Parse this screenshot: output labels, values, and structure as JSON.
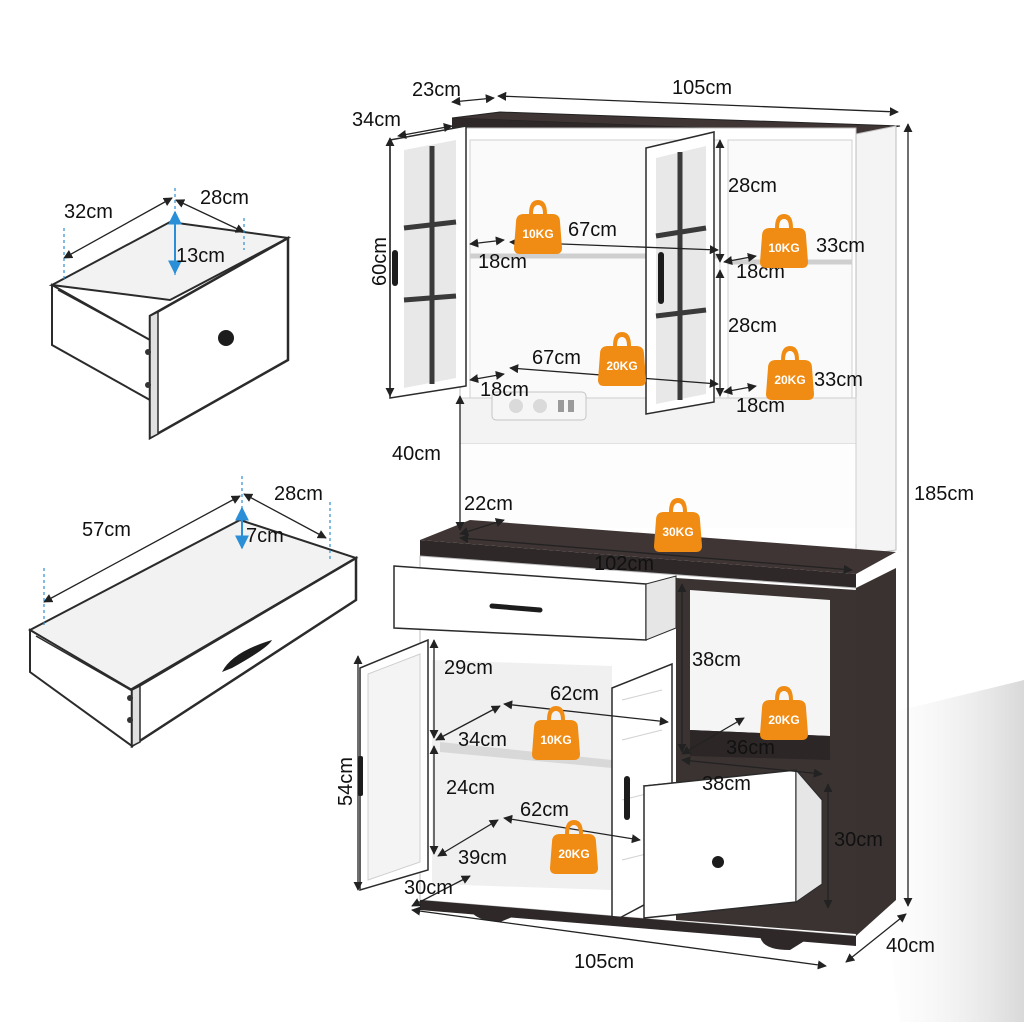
{
  "colors": {
    "dark_wood": "#3e3534",
    "white_panel": "#ffffff",
    "shadow_panel": "#e9e9e9",
    "outline": "#2b2b2b",
    "dim_line": "#222222",
    "weight_tag": "#f08c13",
    "guide_blue": "#2a8fd6"
  },
  "dimensions": {
    "top_depth_small": "23cm",
    "top_width": "105cm",
    "top_side_depth": "34cm",
    "upper_height": "60cm",
    "upper_shelf_h1": "28cm",
    "upper_shelf_h2": "28cm",
    "upper_left_width1": "67cm",
    "upper_left_width2": "67cm",
    "upper_left_depth1": "18cm",
    "upper_left_depth2": "18cm",
    "upper_right_width1": "33cm",
    "upper_right_width2": "33cm",
    "upper_right_depth1": "18cm",
    "upper_right_depth2": "18cm",
    "hutch_gap_height": "40cm",
    "counter_depth": "22cm",
    "counter_width": "102cm",
    "total_height": "185cm",
    "lower_cab_height1": "29cm",
    "lower_cab_width1": "62cm",
    "lower_cab_depth1": "34cm",
    "lower_cab_height2": "24cm",
    "lower_cab_width2": "62cm",
    "lower_cab_depth2": "39cm",
    "lower_door_height": "54cm",
    "base_depth": "30cm",
    "base_width": "105cm",
    "base_side_depth": "40cm",
    "cubby_height": "38cm",
    "cubby_depth": "36cm",
    "cubby_width": "38cm",
    "right_drawer_height": "30cm"
  },
  "weights": {
    "upper_left_shelf": "10KG",
    "upper_right_shelf": "10KG",
    "upper_left_bottom": "20KG",
    "upper_right_bottom": "20KG",
    "counter": "30KG",
    "lower_shelf": "10KG",
    "lower_bottom": "20KG",
    "cubby": "20KG"
  },
  "small_drawer": {
    "depth": "32cm",
    "width": "28cm",
    "height": "13cm"
  },
  "wide_drawer": {
    "width": "57cm",
    "depth": "28cm",
    "height": "7cm"
  }
}
